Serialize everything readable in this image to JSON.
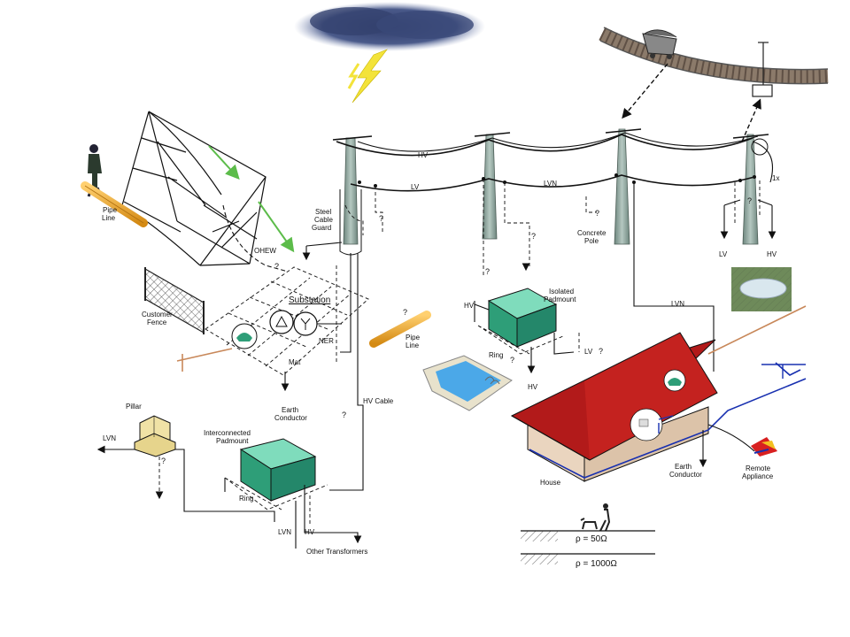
{
  "labels": {
    "pipe_line_left": "Pipe\nLine",
    "ohew": "OHEW",
    "steel_cable_guard": "Steel\nCable\nGuard",
    "customer_fence": "Customer\nFence",
    "substation": "Substation",
    "ner": "NER",
    "mat": "Mat",
    "pipe_line_mid": "Pipe\nLine",
    "earth_conductor_sub": "Earth\nConductor",
    "hv_cable": "HV Cable",
    "pillar": "Pillar",
    "lvn_left": "LVN",
    "interconnected_padmount": "Interconnected\nPadmount",
    "ring_left": "Ring",
    "lvn_bottom": "LVN",
    "hv_bottom": "HV",
    "other_transformers": "Other Transformers",
    "hv_line": "HV",
    "lv_line": "LV",
    "lvn_line": "LVN",
    "isolated_padmount": "Isolated\nPadmount",
    "hv_pad": "HV",
    "ring_mid": "Ring",
    "hv_below_pad": "HV",
    "lv_pad": "LV",
    "concrete_pole": "Concrete\nPole",
    "lv_right": "LV",
    "hv_right": "HV",
    "one_x": "1x",
    "lvn_house": "LVN",
    "house": "House",
    "earth_conductor_house": "Earth\nConductor",
    "remote_appliance": "Remote\nAppliance",
    "rho_50": "ρ = 50Ω",
    "rho_1000": "ρ = 1000Ω",
    "q": "?"
  },
  "colors": {
    "cloud": "#3e4c7a",
    "lightning": "#f3e33a",
    "pole": "#8fa59e",
    "padmount": "#2e9e78",
    "pipe": "#f0a82a",
    "roof": "#b21a1a",
    "house_wall": "#ead5bf",
    "blue_wire": "#1830b0",
    "orange_wire": "#c8885a",
    "fence_mesh": "#555555",
    "green_arrow": "#5cbc4a",
    "phone": "#2e9e78",
    "rail": "#8b7a6a",
    "pillar": "#f0e2a6",
    "pool_water": "#4ba8e8"
  },
  "icons": [
    "storm-cloud-icon",
    "lightning-icon",
    "person-icon",
    "rail-cart-icon",
    "telephone-icon",
    "transformer-symbol-icon",
    "dog-walker-icon",
    "remote-appliance-icon",
    "swimming-pool-icon",
    "garden-pond-photo-icon"
  ]
}
